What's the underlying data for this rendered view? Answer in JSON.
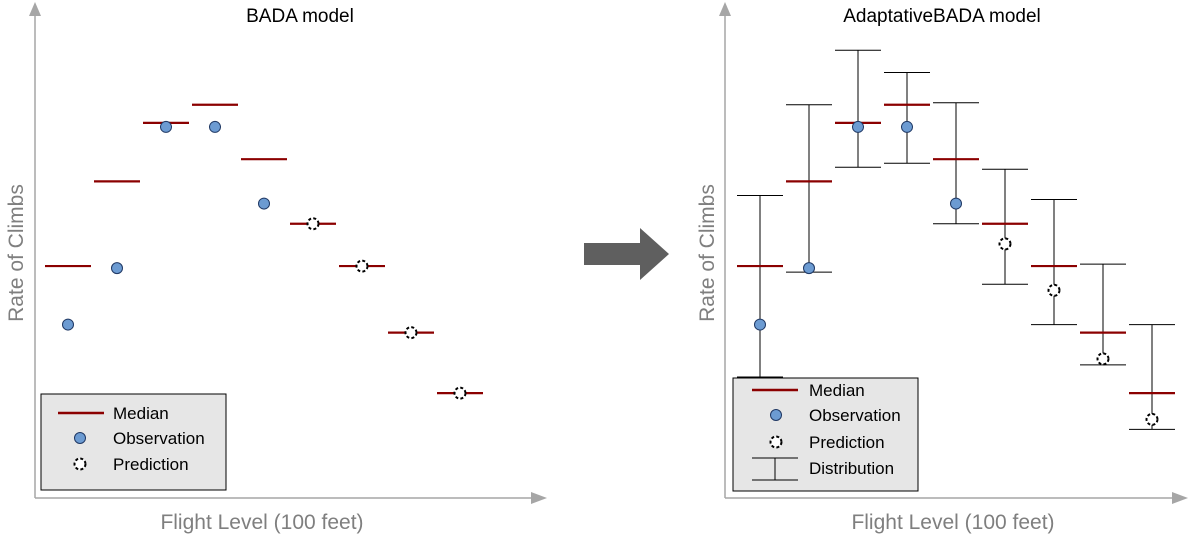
{
  "left_panel": {
    "title": "BADA model",
    "x_axis_label": "Flight Level (100 feet)",
    "y_axis_label": "Rate of Climbs",
    "legend": [
      "Median",
      "Observation",
      "Prediction"
    ]
  },
  "right_panel": {
    "title": "AdaptativeBADA model",
    "x_axis_label": "Flight Level (100 feet)",
    "y_axis_label": "Rate of Climbs",
    "legend": [
      "Median",
      "Observation",
      "Prediction",
      "Distribution"
    ]
  },
  "colors": {
    "median": "#8b0000",
    "observation_fill": "#6c9bd2",
    "axis": "#a6a6a6",
    "legend_bg": "#e6e6e6"
  },
  "chart_data": [
    {
      "type": "scatter",
      "title": "BADA model",
      "xlabel": "Flight Level (100 feet)",
      "ylabel": "Rate of Climbs",
      "x": [
        1,
        2,
        3,
        4,
        5,
        6,
        7,
        8,
        9
      ],
      "series": [
        {
          "name": "Median",
          "values": [
            5.75,
            7.85,
            9.3,
            9.75,
            8.4,
            6.8,
            5.75,
            4.1,
            2.6
          ]
        },
        {
          "name": "Observation",
          "values": [
            4.3,
            5.7,
            9.2,
            9.2,
            7.3,
            null,
            null,
            null,
            null
          ]
        },
        {
          "name": "Prediction",
          "values": [
            null,
            null,
            null,
            null,
            null,
            6.8,
            5.75,
            4.1,
            2.6
          ]
        }
      ]
    },
    {
      "type": "scatter",
      "title": "AdaptativeBADA model",
      "xlabel": "Flight Level (100 feet)",
      "ylabel": "Rate of Climbs",
      "x": [
        1,
        2,
        3,
        4,
        5,
        6,
        7,
        8,
        9
      ],
      "series": [
        {
          "name": "Median",
          "values": [
            5.75,
            7.85,
            9.3,
            9.75,
            8.4,
            6.8,
            5.75,
            4.1,
            2.6
          ]
        },
        {
          "name": "Observation",
          "values": [
            4.3,
            5.7,
            9.2,
            9.2,
            7.3,
            null,
            null,
            null,
            null
          ]
        },
        {
          "name": "Prediction",
          "values": [
            null,
            null,
            null,
            null,
            null,
            6.3,
            5.15,
            3.45,
            1.95
          ]
        },
        {
          "name": "Distribution",
          "low": [
            3.0,
            5.6,
            8.2,
            8.3,
            6.8,
            5.3,
            4.3,
            3.3,
            1.7
          ],
          "high": [
            7.5,
            9.75,
            11.1,
            10.55,
            9.8,
            8.15,
            7.4,
            5.8,
            4.3
          ]
        }
      ]
    }
  ]
}
